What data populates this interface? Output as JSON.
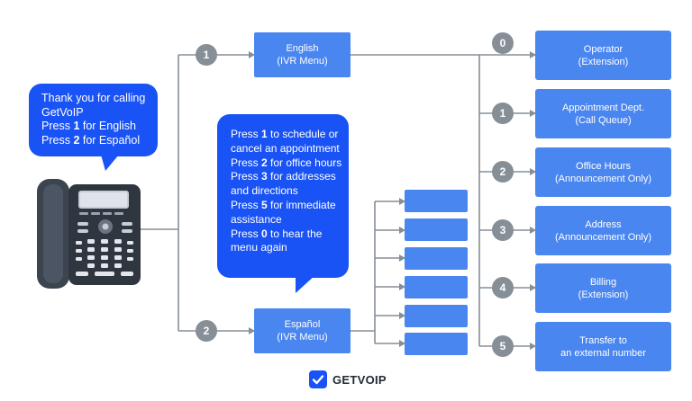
{
  "colors": {
    "primary": "#1a53f5",
    "box": "#4a86f0",
    "line": "#868e96",
    "phone_dark": "#2f3640"
  },
  "greeting_bubble": {
    "line1": "Thank you for calling",
    "line2": "GetVoIP",
    "line3_pre": "Press ",
    "line3_num": "1",
    "line3_post": " for English",
    "line4_pre": "Press ",
    "line4_num": "2",
    "line4_post": " for Español"
  },
  "menu_bubble": {
    "l1_pre": "Press ",
    "l1_num": "1",
    "l1_post": " to schedule or",
    "l2": "cancel an appointment",
    "l3_pre": "Press ",
    "l3_num": "2",
    "l3_post": " for office hours",
    "l4_pre": "Press ",
    "l4_num": "3",
    "l4_post": " for addresses",
    "l5": "and directions",
    "l6_pre": "Press ",
    "l6_num": "5",
    "l6_post": " for immediate",
    "l7": "assistance",
    "l8_pre": "Press ",
    "l8_num": "0",
    "l8_post": " to hear the",
    "l9": "menu again"
  },
  "language_menus": [
    {
      "badge": "1",
      "title": "English",
      "subtitle": "(IVR Menu)"
    },
    {
      "badge": "2",
      "title": "Español",
      "subtitle": "(IVR Menu)"
    }
  ],
  "destinations": [
    {
      "badge": "0",
      "title": "Operator",
      "subtitle": "(Extension)"
    },
    {
      "badge": "1",
      "title": "Appointment Dept.",
      "subtitle": "(Call Queue)"
    },
    {
      "badge": "2",
      "title": "Office Hours",
      "subtitle": "(Announcement Only)"
    },
    {
      "badge": "3",
      "title": "Address",
      "subtitle": "(Announcement Only)"
    },
    {
      "badge": "4",
      "title": "Billing",
      "subtitle": "(Extension)"
    },
    {
      "badge": "5",
      "title": "Transfer to",
      "subtitle": "an external number"
    }
  ],
  "spanish_submenu_count": 6,
  "logo": {
    "text": "GETVOIP",
    "icon": "check-icon"
  }
}
